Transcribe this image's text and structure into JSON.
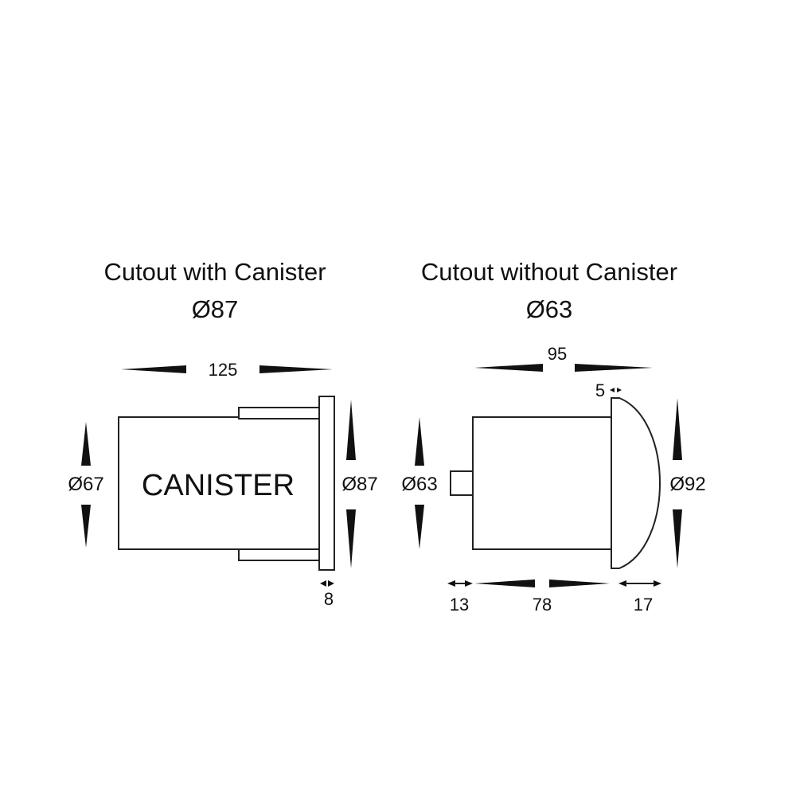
{
  "left_view": {
    "caption_line1": "Cutout with Canister",
    "caption_line2": "Ø87",
    "label_canister": "CANISTER",
    "dim_length": "125",
    "dim_diameter_body": "Ø67",
    "dim_diameter_flange": "Ø87",
    "dim_flange_thickness": "8"
  },
  "right_view": {
    "caption_line1": "Cutout without Canister",
    "caption_line2": "Ø63",
    "dim_total_length": "95",
    "dim_lip": "5",
    "dim_diameter_body": "Ø63",
    "dim_diameter_head": "Ø92",
    "dim_stub": "13",
    "dim_body_length": "78",
    "dim_head_depth": "17"
  },
  "colors": {
    "line": "#222222",
    "text": "#111111",
    "background": "#ffffff"
  }
}
